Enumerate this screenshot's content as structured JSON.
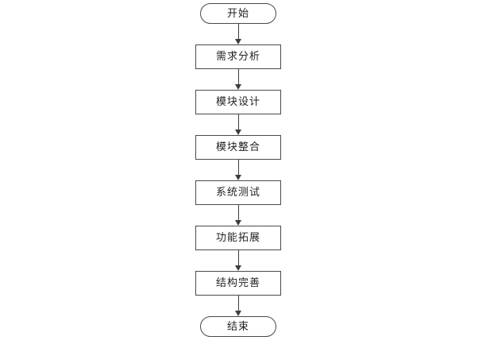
{
  "flowchart": {
    "direction": "top-to-bottom",
    "nodes": [
      {
        "type": "terminator",
        "label": "开始"
      },
      {
        "type": "process",
        "label": "需求分析"
      },
      {
        "type": "process",
        "label": "模块设计"
      },
      {
        "type": "process",
        "label": "模块整合"
      },
      {
        "type": "process",
        "label": "系统测试"
      },
      {
        "type": "process",
        "label": "功能拓展"
      },
      {
        "type": "process",
        "label": "结构完善"
      },
      {
        "type": "terminator",
        "label": "结束"
      }
    ],
    "colors": {
      "canvas_bg": "#ffffff",
      "node_fill": "#ffffff",
      "node_border": "#4a4a4a",
      "node_text": "#1f1f1f",
      "arrow": "#3d3d3d"
    }
  }
}
